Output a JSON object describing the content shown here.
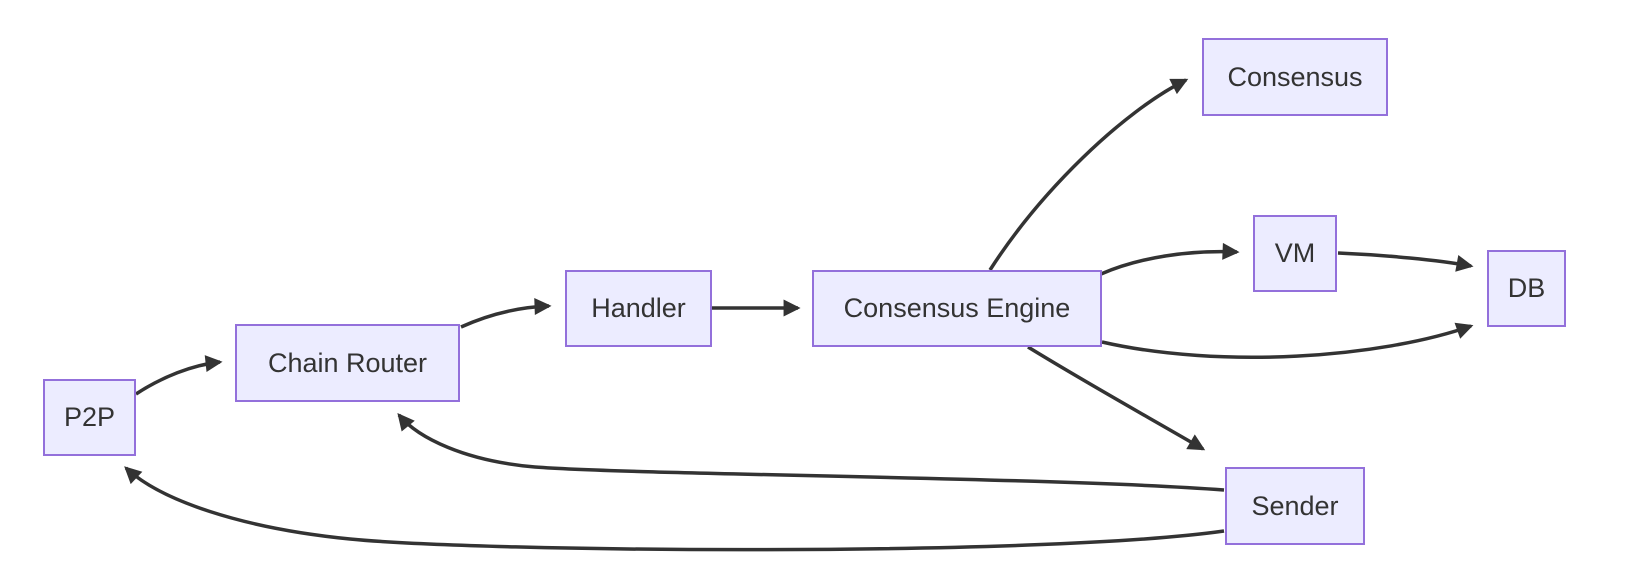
{
  "diagram": {
    "type": "flowchart",
    "orientation": "left-to-right",
    "colors": {
      "background": "#ffffff",
      "node_fill": "#ECECFF",
      "node_border": "#9370DB",
      "node_text": "#333333",
      "edge": "#333333"
    },
    "nodes": [
      {
        "id": "p2p",
        "label": "P2P"
      },
      {
        "id": "chain-router",
        "label": "Chain Router"
      },
      {
        "id": "handler",
        "label": "Handler"
      },
      {
        "id": "consensus-engine",
        "label": "Consensus Engine"
      },
      {
        "id": "consensus",
        "label": "Consensus"
      },
      {
        "id": "vm",
        "label": "VM"
      },
      {
        "id": "db",
        "label": "DB"
      },
      {
        "id": "sender",
        "label": "Sender"
      }
    ],
    "edges": [
      {
        "from": "P2P",
        "to": "Chain Router"
      },
      {
        "from": "Chain Router",
        "to": "Handler"
      },
      {
        "from": "Handler",
        "to": "Consensus Engine"
      },
      {
        "from": "Consensus Engine",
        "to": "Consensus"
      },
      {
        "from": "Consensus Engine",
        "to": "VM"
      },
      {
        "from": "VM",
        "to": "DB"
      },
      {
        "from": "Consensus Engine",
        "to": "DB"
      },
      {
        "from": "Consensus Engine",
        "to": "Sender"
      },
      {
        "from": "Sender",
        "to": "Chain Router"
      },
      {
        "from": "Sender",
        "to": "P2P"
      }
    ]
  }
}
